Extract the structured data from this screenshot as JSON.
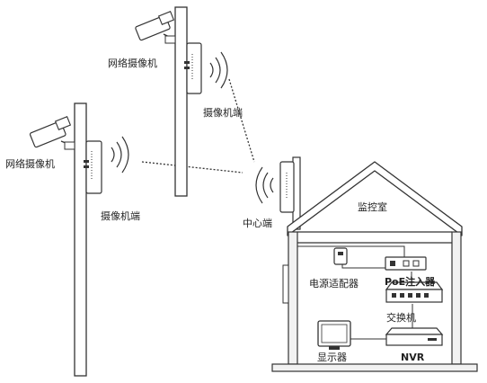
{
  "labels": {
    "camera_top": "网络摄像机",
    "camera_left": "网络摄像机",
    "bridge_top": "摄像机端",
    "bridge_left": "摄像机端",
    "center": "中心端",
    "room": "监控室",
    "adapter": "电源适配器",
    "poe": "PoE注入器",
    "switch": "交换机",
    "monitor": "显示器",
    "nvr": "NVR"
  },
  "colors": {
    "stroke": "#333333",
    "fill": "#ffffff",
    "wall_fill": "#f2f2f2",
    "text": "#222222"
  }
}
